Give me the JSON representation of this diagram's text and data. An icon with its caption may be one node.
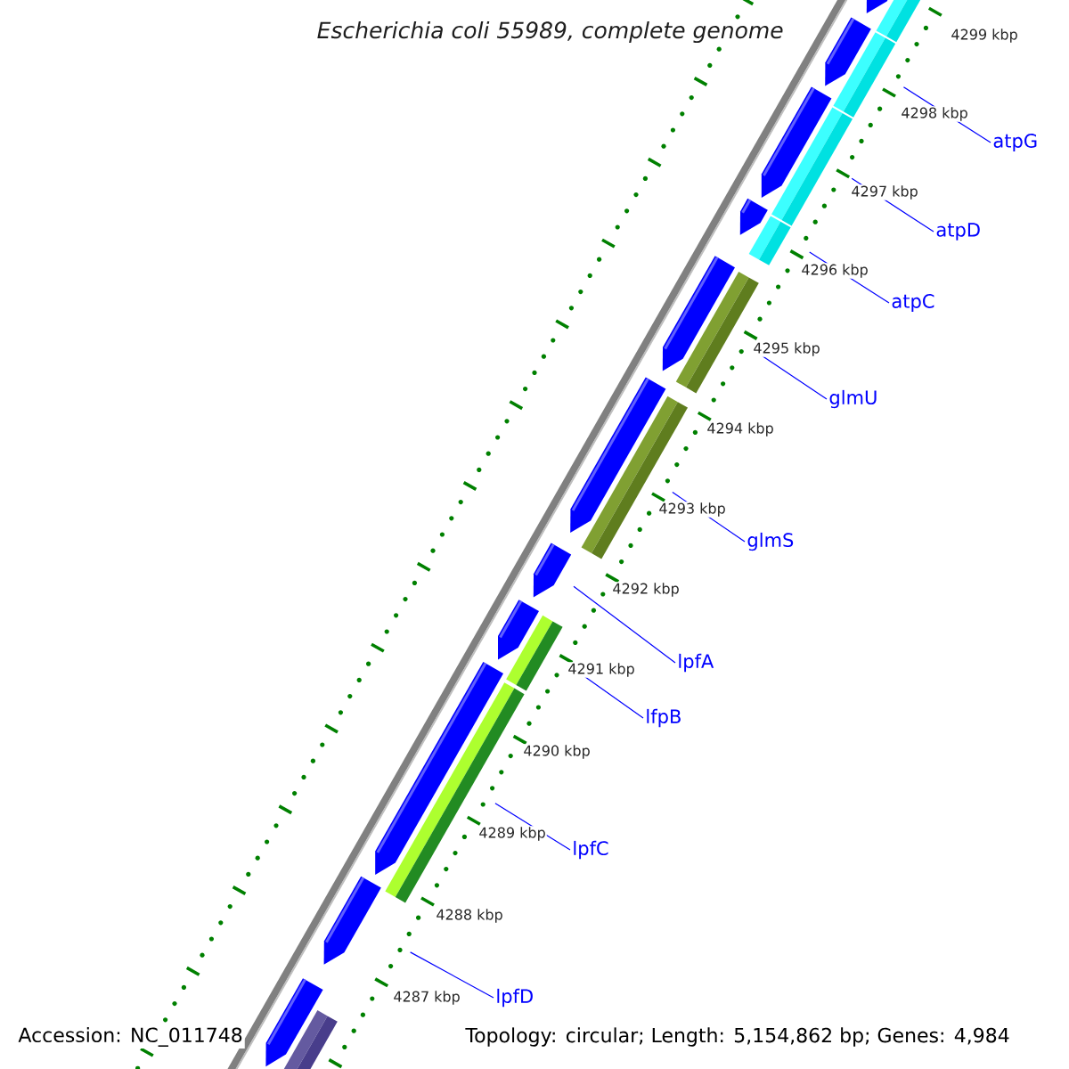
{
  "diagram": {
    "title": "Escherichia coli 55989, complete genome",
    "nodes": [
      {
        "text": [],
        "shape": "bar"
      },
      {
        "text": [
          "atpG"
        ]
      },
      {
        "text": [],
        "shape": "bar"
      },
      {
        "text": [
          "atpD"
        ]
      },
      {
        "text": [],
        "shape": "bar"
      },
      {
        "text": [
          "atpC"
        ]
      },
      {
        "text": [],
        "shape": "bar"
      },
      {
        "text": [
          "glmU"
        ]
      },
      {
        "text": [],
        "shape": "bar"
      },
      {
        "text": [
          "glmS"
        ]
      },
      {
        "text": [],
        "shape": "bar"
      },
      {
        "text": [
          "lpfA"
        ]
      },
      {
        "text": [],
        "shape": "bar"
      },
      {
        "text": [
          "lfpB"
        ]
      },
      {
        "text": [],
        "shape": "bar"
      },
      {
        "text": [
          "lpfC"
        ]
      },
      {
        "text": [],
        "shape": "bar"
      },
      {
        "text": [
          "lpfD"
        ]
      },
      {
        "text": [],
        "shape": "bar"
      },
      {
        "text": [],
        "shape": "bar"
      }
    ],
    "edges": [
      {
        "from": 1,
        "to": 2,
        "arrow": "none"
      },
      {
        "from": 3,
        "to": 4,
        "arrow": "none"
      },
      {
        "from": 5,
        "to": 6,
        "arrow": "none"
      },
      {
        "from": 7,
        "to": 8,
        "arrow": "none"
      },
      {
        "from": 9,
        "to": 10,
        "arrow": "none"
      },
      {
        "from": 11,
        "to": 12,
        "arrow": "none"
      },
      {
        "from": 13,
        "to": 14,
        "arrow": "none"
      },
      {
        "from": 15,
        "to": 16,
        "arrow": "none"
      },
      {
        "from": 17,
        "to": 18,
        "arrow": "none"
      }
    ],
    "labels": [
      "4299 kbp",
      "4298 kbp",
      "4297 kbp",
      "4296 kbp",
      "4295 kbp",
      "4294 kbp",
      "4293 kbp",
      "4292 kbp",
      "4291 kbp",
      "4290 kbp",
      "4289 kbp",
      "4288 kbp",
      "4287 kbp",
      "Accession: NC_011748",
      "Topology: circular; Length: 5,154,862 bp; Genes: 4,984"
    ]
  }
}
